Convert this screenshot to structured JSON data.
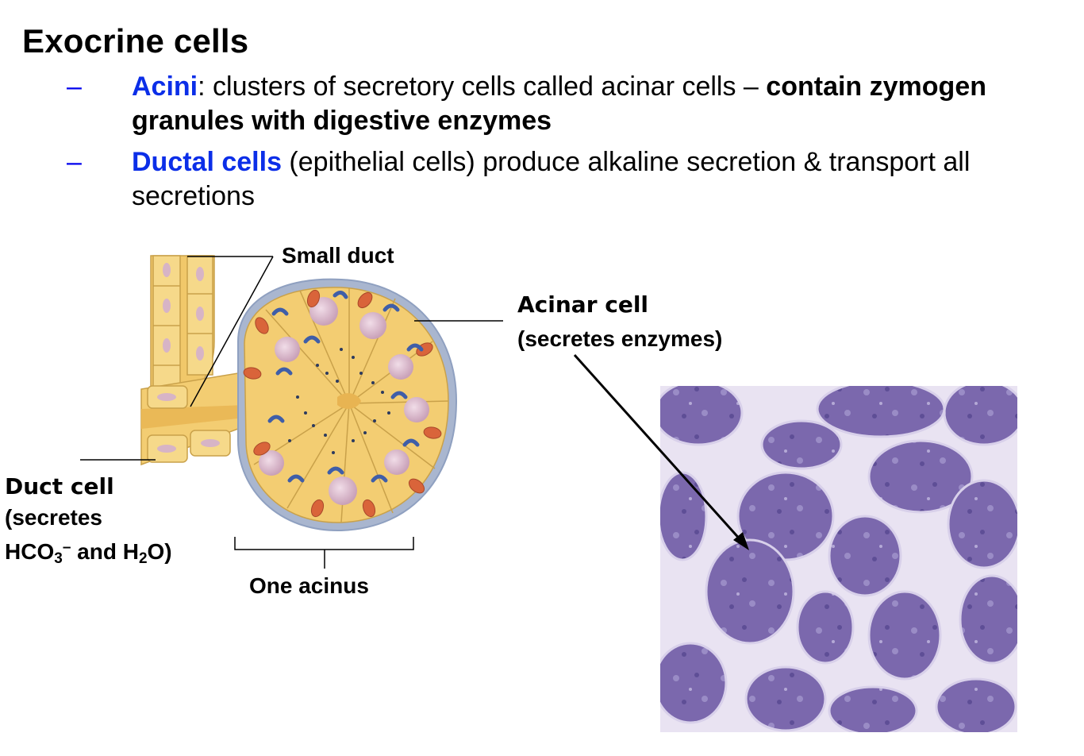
{
  "title": "Exocrine cells",
  "bullets": [
    {
      "dash": "–",
      "term": "Acini",
      "after_term": ": clusters of secretory cells called acinar cells – ",
      "bold_tail": "contain zymogen granules with digestive enzymes"
    },
    {
      "dash": "–",
      "term": "Ductal cells",
      "after_term": " (epithelial cells) produce alkaline secretion & transport all secretions"
    }
  ],
  "diagram": {
    "small_duct": "Small duct",
    "acinar_cell": "Acinar cell",
    "acinar_cell_note": "(secretes enzymes)",
    "duct_cell": "Duct cell",
    "duct_cell_note1": "(secretes",
    "duct_cell_hco": "HCO",
    "duct_cell_sub3": "3",
    "duct_cell_sup": "–",
    "duct_cell_and": " and H",
    "duct_cell_sub2": "2",
    "duct_cell_o": "O)",
    "one_acinus": "One acinus"
  },
  "colors": {
    "term_blue": "#0b2ee8",
    "cell_yellow": "#f3d27a",
    "nucleus_pink": "#d9b6c8",
    "mito_orange": "#d9643a",
    "er_blue": "#3f5ea8",
    "micrograph_purple": "#7d6bb0"
  }
}
